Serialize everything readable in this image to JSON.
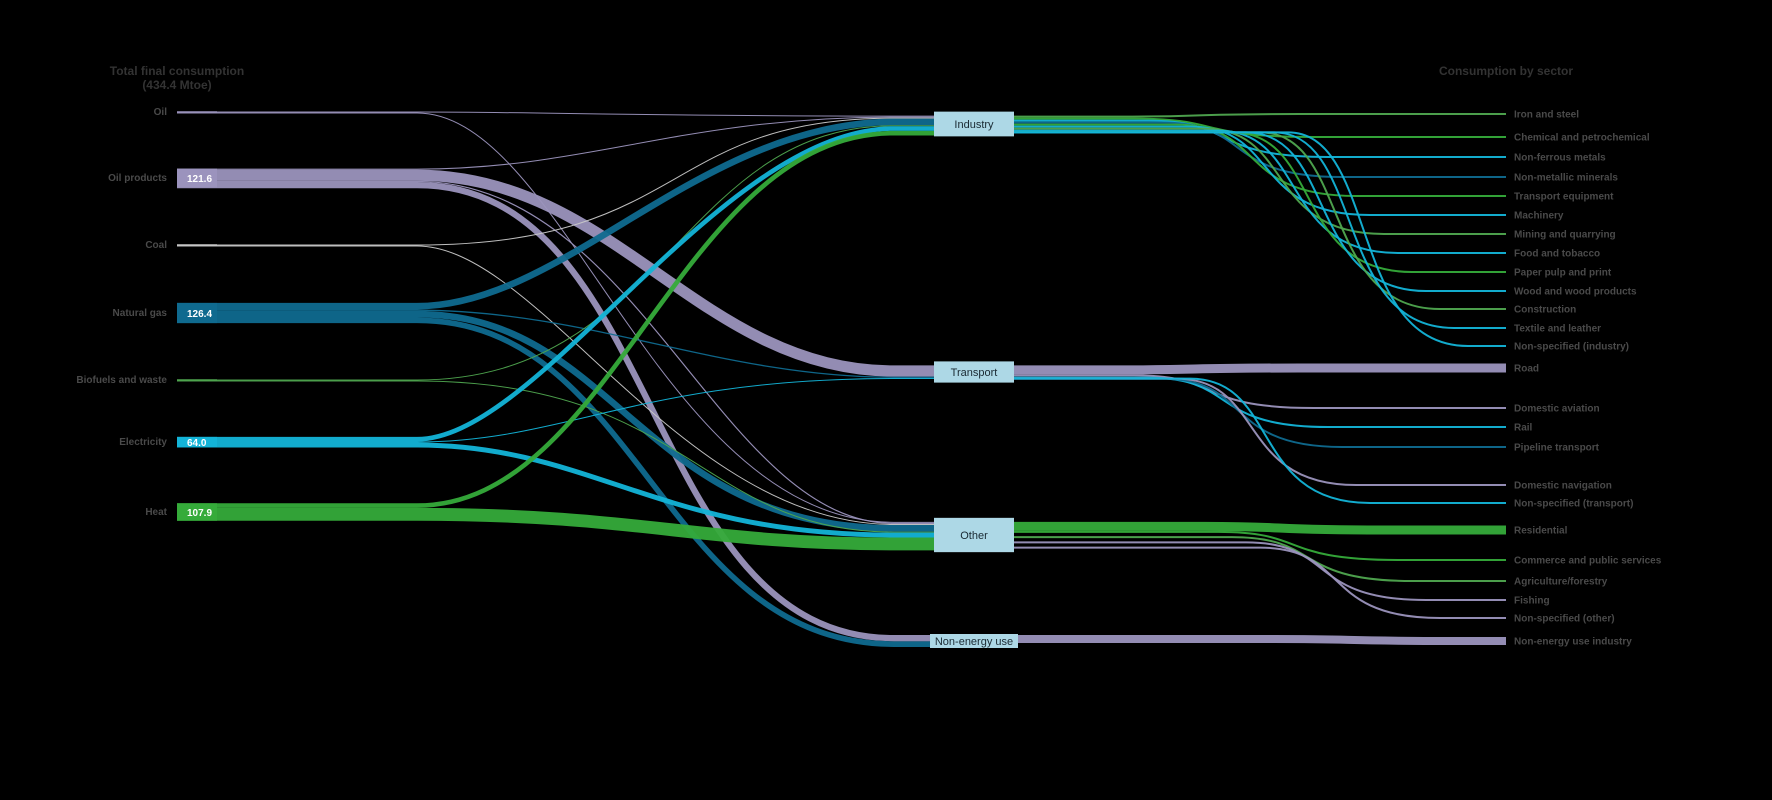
{
  "titles": {
    "left_line1": "Total final consumption",
    "left_line2": "(434.4 Mtoe)",
    "right": "Consumption by sector"
  },
  "colors": {
    "Oil": "#9b93bd",
    "Oil products": "#9b93bd",
    "Coal": "#c8c8c8",
    "Natural gas": "#0f6a8f",
    "Biofuels and waste": "#4fa64f",
    "Electricity": "#13b4d8",
    "Heat": "#35ab3a",
    "sector_box": "#add8e6"
  },
  "chart_data": {
    "type": "sankey",
    "sources": [
      {
        "name": "Oil",
        "value_label": ""
      },
      {
        "name": "Oil products",
        "value_label": "121.6"
      },
      {
        "name": "Coal",
        "value_label": ""
      },
      {
        "name": "Natural gas",
        "value_label": "126.4"
      },
      {
        "name": "Biofuels and waste",
        "value_label": ""
      },
      {
        "name": "Electricity",
        "value_label": "64.0"
      },
      {
        "name": "Heat",
        "value_label": "107.9"
      }
    ],
    "sectors": [
      {
        "name": "Industry"
      },
      {
        "name": "Transport"
      },
      {
        "name": "Other"
      },
      {
        "name": "Non-energy use"
      }
    ],
    "flows": [
      {
        "source": "Oil",
        "target": "Industry",
        "value": 1.5
      },
      {
        "source": "Oil",
        "target": "Other",
        "value": 1.5
      },
      {
        "source": "Oil products",
        "target": "Industry",
        "value": 1
      },
      {
        "source": "Oil products",
        "target": "Transport",
        "value": 68
      },
      {
        "source": "Oil products",
        "target": "Other",
        "value": 7
      },
      {
        "source": "Oil products",
        "target": "Non-energy use",
        "value": 38
      },
      {
        "source": "Coal",
        "target": "Industry",
        "value": 2
      },
      {
        "source": "Coal",
        "target": "Other",
        "value": 2
      },
      {
        "source": "Natural gas",
        "target": "Industry",
        "value": 40
      },
      {
        "source": "Natural gas",
        "target": "Transport",
        "value": 8
      },
      {
        "source": "Natural gas",
        "target": "Other",
        "value": 40
      },
      {
        "source": "Natural gas",
        "target": "Non-energy use",
        "value": 34
      },
      {
        "source": "Biofuels and waste",
        "target": "Industry",
        "value": 1
      },
      {
        "source": "Biofuels and waste",
        "target": "Other",
        "value": 1
      },
      {
        "source": "Electricity",
        "target": "Industry",
        "value": 28
      },
      {
        "source": "Electricity",
        "target": "Transport",
        "value": 4
      },
      {
        "source": "Electricity",
        "target": "Other",
        "value": 30
      },
      {
        "source": "Heat",
        "target": "Industry",
        "value": 28
      },
      {
        "source": "Heat",
        "target": "Other",
        "value": 78
      }
    ],
    "destinations": [
      {
        "name": "Iron and steel",
        "sector": "Industry",
        "color": "#4fa64f"
      },
      {
        "name": "Chemical and petrochemical",
        "sector": "Industry",
        "color": "#35ab3a"
      },
      {
        "name": "Non-ferrous metals",
        "sector": "Industry",
        "color": "#13b4d8"
      },
      {
        "name": "Non-metallic minerals",
        "sector": "Industry",
        "color": "#0f6a8f"
      },
      {
        "name": "Transport equipment",
        "sector": "Industry",
        "color": "#35ab3a"
      },
      {
        "name": "Machinery",
        "sector": "Industry",
        "color": "#13b4d8"
      },
      {
        "name": "Mining and quarrying",
        "sector": "Industry",
        "color": "#4fa64f"
      },
      {
        "name": "Food and tobacco",
        "sector": "Industry",
        "color": "#13b4d8"
      },
      {
        "name": "Paper pulp and print",
        "sector": "Industry",
        "color": "#35ab3a"
      },
      {
        "name": "Wood and wood products",
        "sector": "Industry",
        "color": "#13b4d8"
      },
      {
        "name": "Construction",
        "sector": "Industry",
        "color": "#4fa64f"
      },
      {
        "name": "Textile and leather",
        "sector": "Industry",
        "color": "#13b4d8"
      },
      {
        "name": "Non-specified (industry)",
        "sector": "Industry",
        "color": "#13b4d8"
      },
      {
        "name": "Road",
        "sector": "Transport",
        "color": "#9b93bd"
      },
      {
        "name": "Domestic aviation",
        "sector": "Transport",
        "color": "#9b93bd"
      },
      {
        "name": "Rail",
        "sector": "Transport",
        "color": "#13b4d8"
      },
      {
        "name": "Pipeline transport",
        "sector": "Transport",
        "color": "#0f6a8f"
      },
      {
        "name": "Domestic navigation",
        "sector": "Transport",
        "color": "#9b93bd"
      },
      {
        "name": "Non-specified (transport)",
        "sector": "Transport",
        "color": "#13b4d8"
      },
      {
        "name": "Residential",
        "sector": "Other",
        "color": "#35ab3a"
      },
      {
        "name": "Commerce and public services",
        "sector": "Other",
        "color": "#35ab3a"
      },
      {
        "name": "Agriculture/forestry",
        "sector": "Other",
        "color": "#4fa64f"
      },
      {
        "name": "Fishing",
        "sector": "Other",
        "color": "#9b93bd"
      },
      {
        "name": "Non-specified (other)",
        "sector": "Other",
        "color": "#9b93bd"
      },
      {
        "name": "Non-energy use industry",
        "sector": "Non-energy use",
        "color": "#9b93bd"
      }
    ]
  }
}
